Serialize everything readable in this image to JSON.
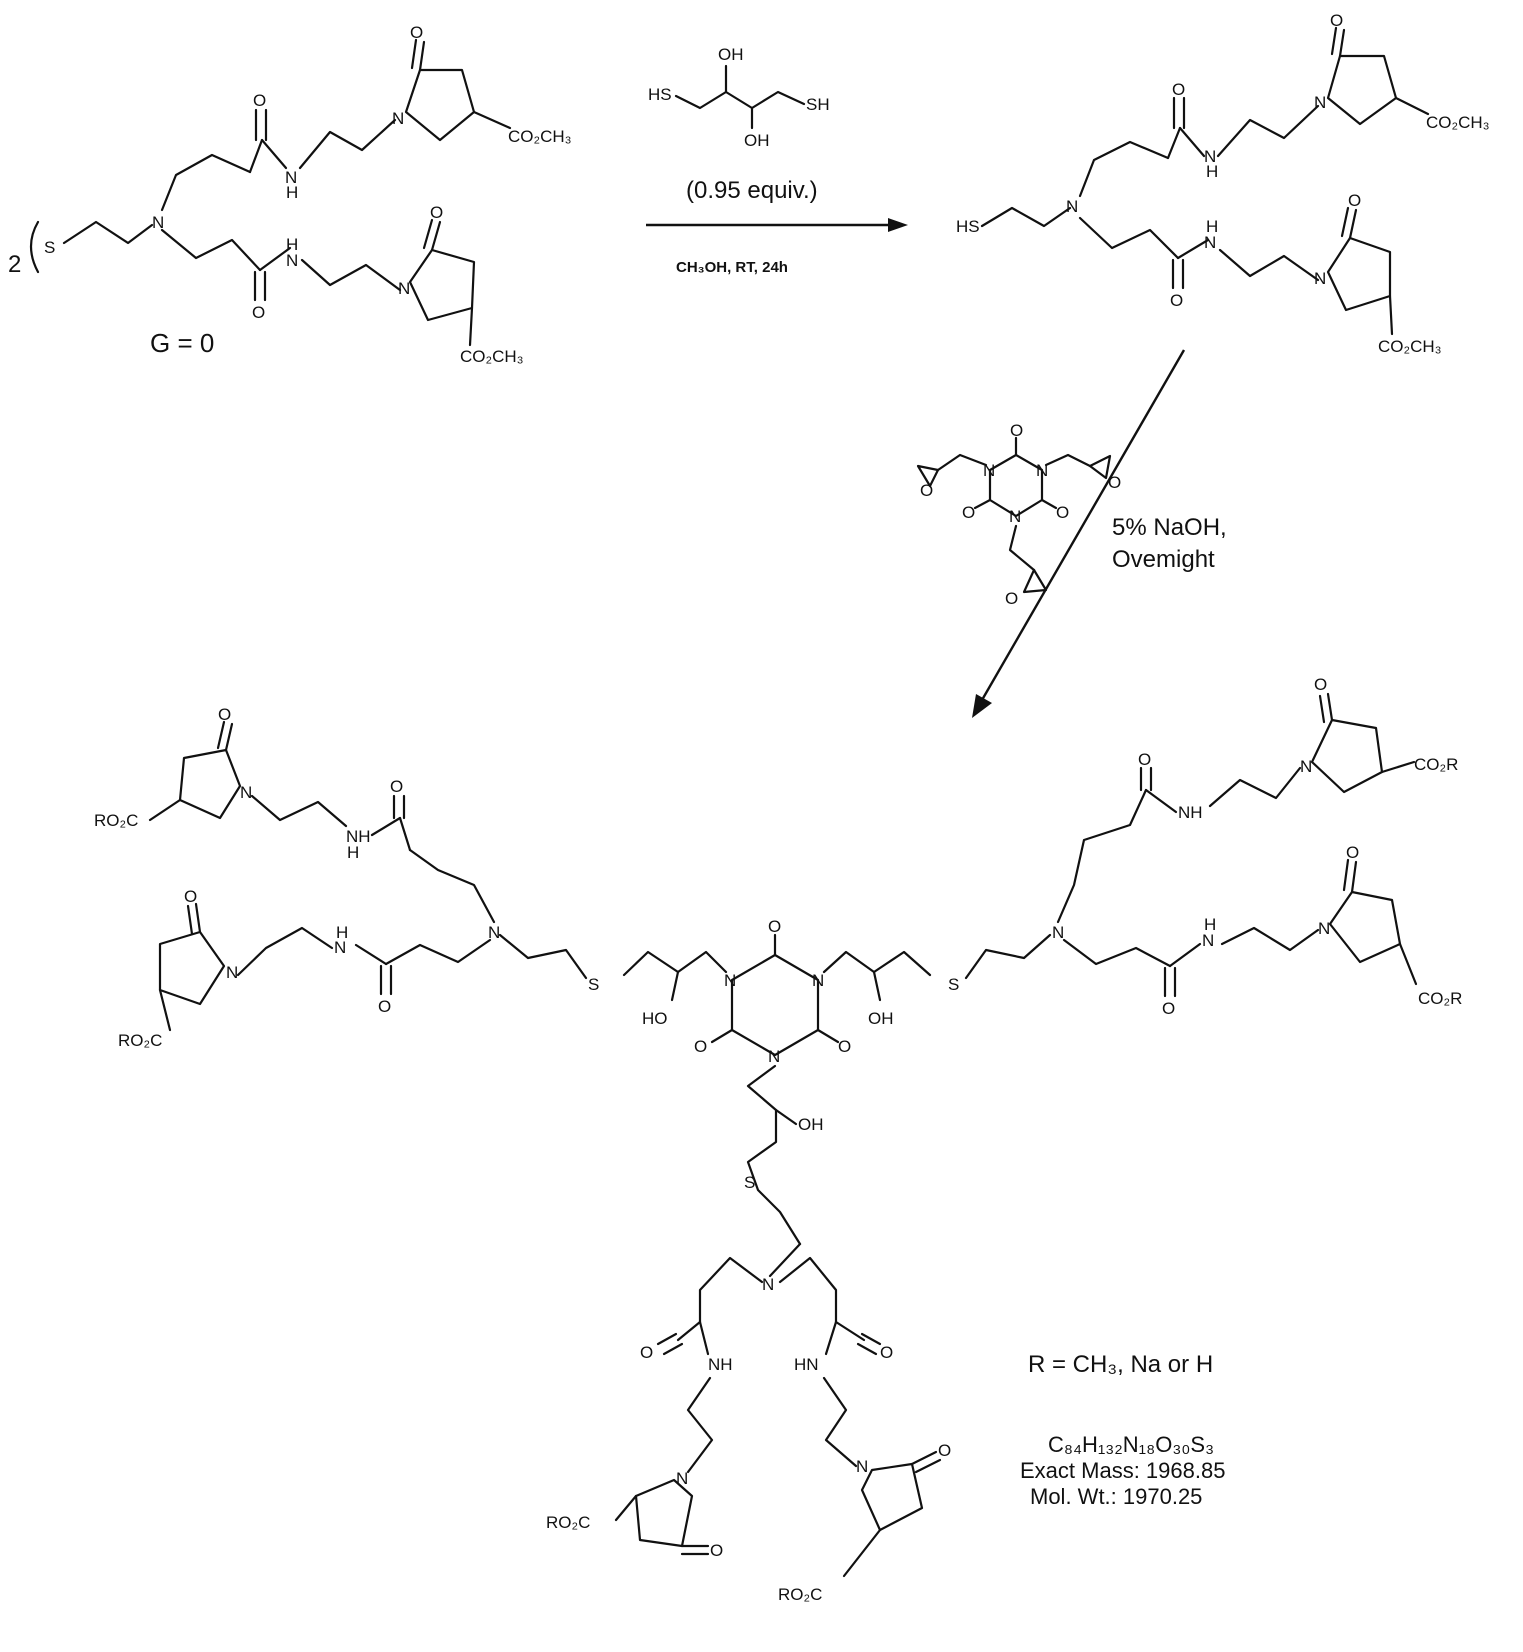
{
  "labels": {
    "O": "O",
    "N": "N",
    "S": "S",
    "H": "H",
    "NH": "NH",
    "HN": "HN",
    "HS": "HS",
    "SH": "SH",
    "OH": "OH",
    "HO": "HO",
    "CO2CH3": "CO₂CH₃",
    "CO2R": "CO₂R",
    "RO2C": "RO₂C",
    "two": "2"
  },
  "generation": "G = 0",
  "reagent_equiv": "(0.95 equiv.)",
  "conditions_1": "CH₃OH, RT, 24h",
  "conditions_2_line1": "5% NaOH,",
  "conditions_2_line2": "Ovemight",
  "r_definition": "R = CH₃, Na or H",
  "formula": "C₈₄H₁₃₂N₁₈O₃₀S₃",
  "exact_mass": "Exact Mass: 1968.85",
  "mol_wt": "Mol. Wt.: 1970.25"
}
